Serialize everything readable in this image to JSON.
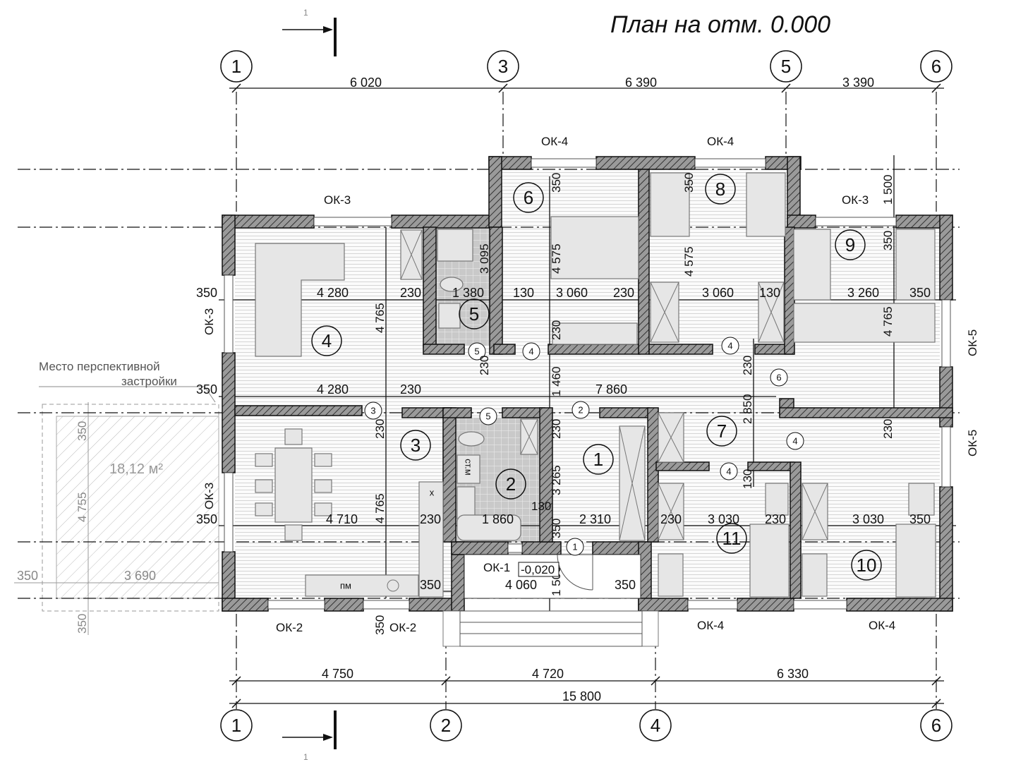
{
  "title": "План на отм. 0.000",
  "section_mark": "1",
  "axes_top": [
    "1",
    "3",
    "5",
    "6"
  ],
  "axes_bottom": [
    "1",
    "2",
    "4",
    "6"
  ],
  "dims_top": [
    "6 020",
    "6 390",
    "3 390"
  ],
  "dims_bottom": [
    "4 750",
    "4 720",
    "6 330"
  ],
  "dims_total": "15 800",
  "rooms": [
    "1",
    "2",
    "3",
    "4",
    "5",
    "6",
    "7",
    "8",
    "9",
    "10",
    "11"
  ],
  "doors": [
    "5",
    "4",
    "4",
    "6",
    "3",
    "5",
    "2",
    "4",
    "4",
    "1"
  ],
  "row1": [
    "350",
    "4 280",
    "230",
    "1 380",
    "130",
    "3 060",
    "230",
    "3 060",
    "130",
    "3 260",
    "350"
  ],
  "row2": [
    "350",
    "4 280",
    "230",
    "7 860"
  ],
  "row3": [
    "350",
    "4 710",
    "230",
    "1 860",
    "2 310",
    "230",
    "3 030",
    "230",
    "3 030",
    "350"
  ],
  "row4": [
    "350",
    "4 060",
    "350"
  ],
  "vdims": [
    "4 765",
    "4 765",
    "3 095",
    "4 575",
    "4 575",
    "350",
    "350",
    "1 500",
    "350",
    "4 765",
    "230",
    "230",
    "1 460",
    "230",
    "2 850",
    "230",
    "230",
    "3 265",
    "350",
    "1 500",
    "230",
    "130",
    "350",
    "130"
  ],
  "windows": [
    "ОК-4",
    "ОК-4",
    "ОК-3",
    "ОК-3",
    "ОК-3",
    "ОК-3",
    "ОК-5",
    "ОК-5",
    "ОК-2",
    "ОК-2",
    "ОК-4",
    "ОК-4",
    "ОК-1"
  ],
  "level_mark": "-0,020",
  "annex": {
    "label_line1": "Место перспективной",
    "label_line2": "застройки",
    "area": "18,12 м²",
    "dim_height": "4 755",
    "dim_top": "350",
    "dim_left": "350",
    "dim_width": "3 690",
    "dim_bottom": "350"
  },
  "fixtures": {
    "fridge": "пм",
    "washer": "ст.м",
    "hood": "x"
  }
}
